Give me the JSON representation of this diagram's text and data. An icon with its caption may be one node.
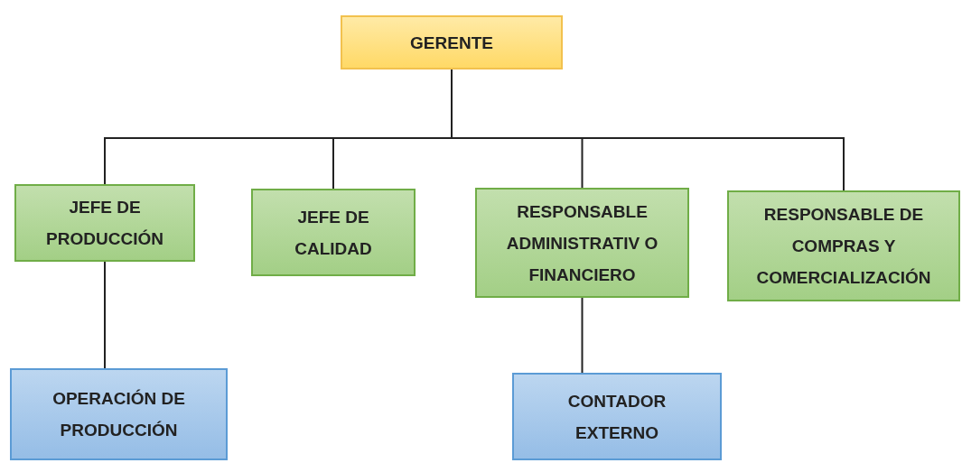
{
  "diagram": {
    "nodes": [
      {
        "text": [
          "GERENTE"
        ]
      },
      {
        "text": [
          "JEFE DE PRODUCCIÓN"
        ]
      },
      {
        "text": [
          "JEFE DE CALIDAD"
        ]
      },
      {
        "text": [
          "RESPONSABLE ADMINISTRATIV O FINANCIERO"
        ]
      },
      {
        "text": [
          "RESPONSABLE DE COMPRAS Y COMERCIALIZACIÓN"
        ]
      },
      {
        "text": [
          "OPERACIÓN DE PRODUCCIÓN"
        ]
      },
      {
        "text": [
          "CONTADOR EXTERNO"
        ]
      }
    ],
    "edges": [
      {
        "from": 0,
        "to": 1,
        "arrow": "none"
      },
      {
        "from": 0,
        "to": 2,
        "arrow": "none"
      },
      {
        "from": 0,
        "to": 3,
        "arrow": "none"
      },
      {
        "from": 0,
        "to": 4,
        "arrow": "none"
      },
      {
        "from": 1,
        "to": 5,
        "arrow": "none"
      },
      {
        "from": 3,
        "to": 6,
        "arrow": "none"
      }
    ]
  }
}
